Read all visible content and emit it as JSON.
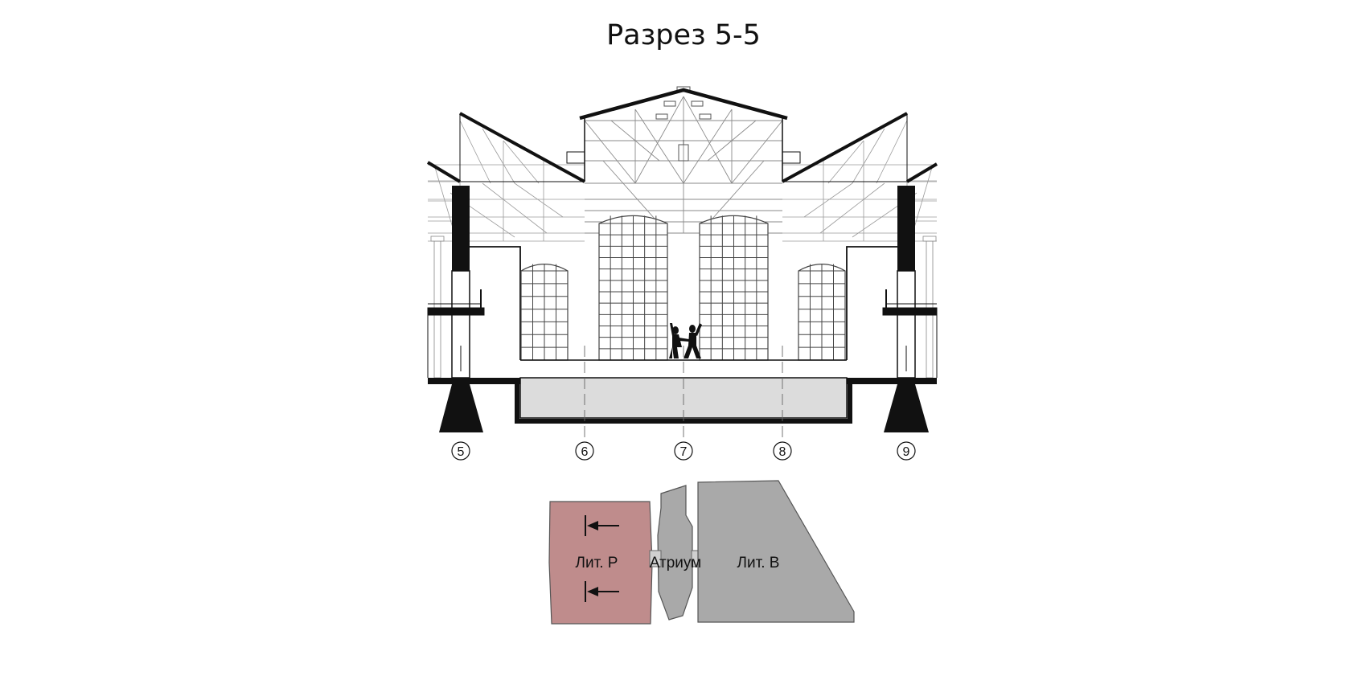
{
  "title": "Разрез 5-5",
  "section": {
    "axes": [
      "5",
      "6",
      "7",
      "8",
      "9"
    ]
  },
  "key_plan": {
    "blocks": [
      {
        "label": "Лит. Р",
        "color": "#bf8c8c"
      },
      {
        "label": "Атриум",
        "color": "#a9a9a9"
      },
      {
        "label": "Лит. В",
        "color": "#a9a9a9"
      }
    ],
    "section_marker": "arrow-left-icon"
  }
}
